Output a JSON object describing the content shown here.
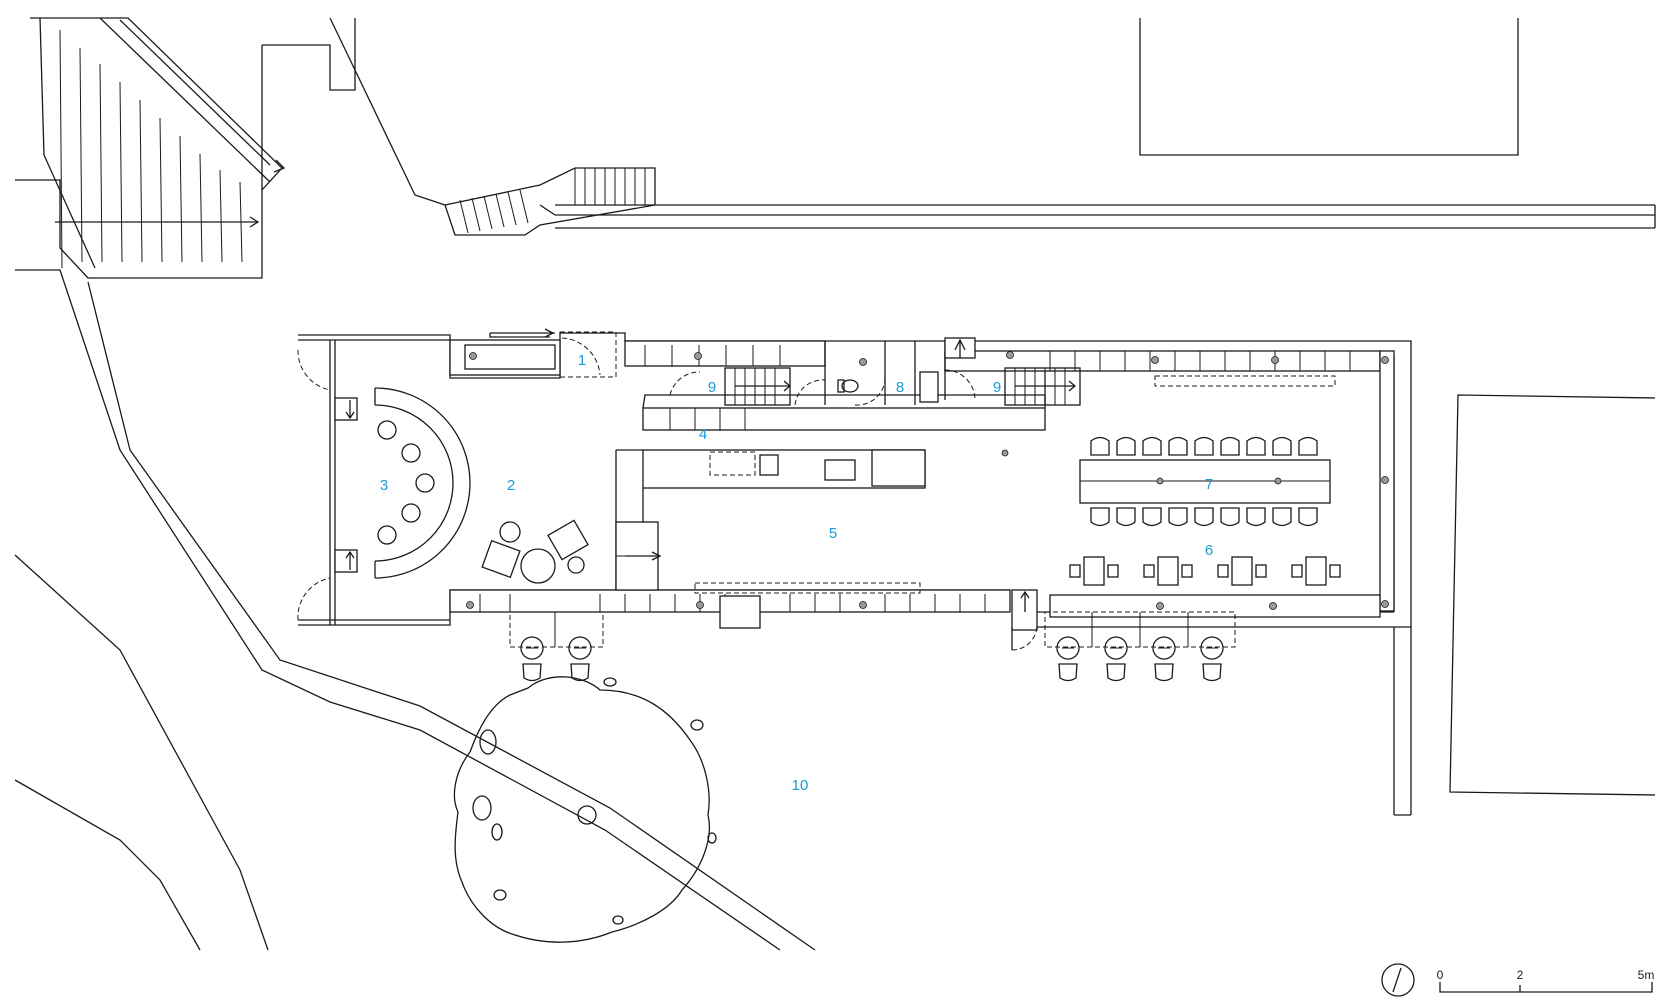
{
  "rooms": [
    "1",
    "2",
    "3",
    "4",
    "5",
    "6",
    "7",
    "8",
    "9",
    "9",
    "10"
  ],
  "scale": {
    "zero": "0",
    "mid": "2",
    "end": "5m"
  },
  "colors": {
    "label": "#1a9ad6",
    "line": "#1a1a1a"
  }
}
